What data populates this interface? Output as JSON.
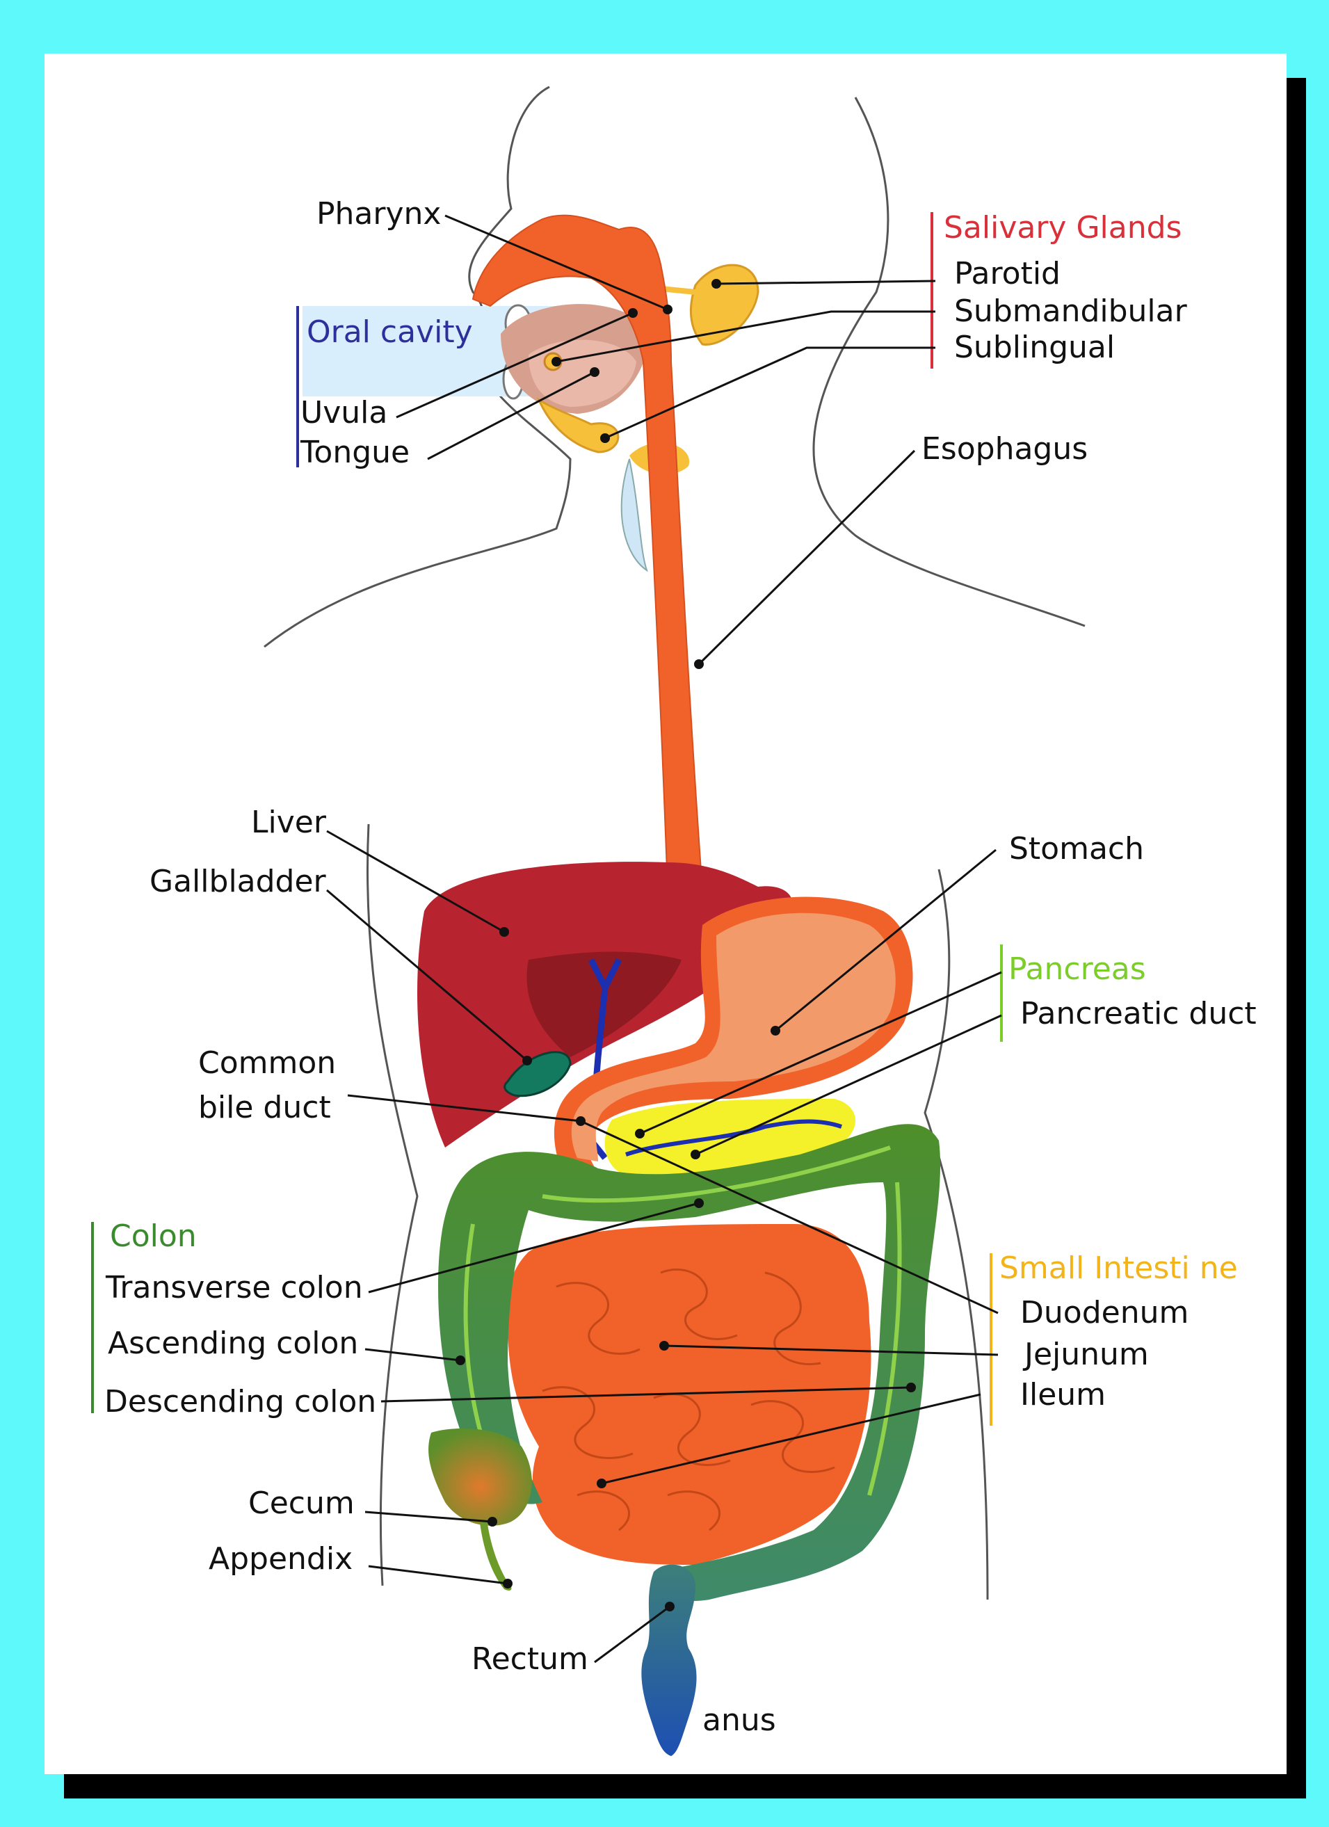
{
  "colors": {
    "background": "#5ef9fb",
    "salivary_glands": "#d9303a",
    "oral_cavity": "#2c2f9c",
    "pancreas": "#7ccd2b",
    "colon": "#3a8b2e",
    "small_intestine": "#f3b41a",
    "esophagus": "#f0622a",
    "liver": "#b7232e"
  },
  "groups": {
    "salivary_glands": {
      "title": "Salivary Glands",
      "items": [
        "Parotid",
        "Submandibular",
        "Sublingual"
      ]
    },
    "oral_cavity": {
      "title": "Oral cavity",
      "items": [
        "Uvula",
        "Tongue"
      ]
    },
    "pancreas": {
      "title": "Pancreas",
      "items": [
        "Pancreatic duct"
      ]
    },
    "colon": {
      "title": "Colon",
      "items": [
        "Transverse colon",
        "Ascending colon",
        "Descending colon"
      ]
    },
    "small_intestine": {
      "title": "Small Intesti ne",
      "items": [
        "Duodenum",
        "Jejunum",
        "Ileum"
      ]
    }
  },
  "labels": {
    "pharynx": "Pharynx",
    "esophagus": "Esophagus",
    "liver": "Liver",
    "gallbladder": "Gallbladder",
    "stomach": "Stomach",
    "common_bile_duct_1": "Common",
    "common_bile_duct_2": "bile duct",
    "cecum": "Cecum",
    "appendix": "Appendix",
    "rectum": "Rectum",
    "anus": "anus"
  }
}
